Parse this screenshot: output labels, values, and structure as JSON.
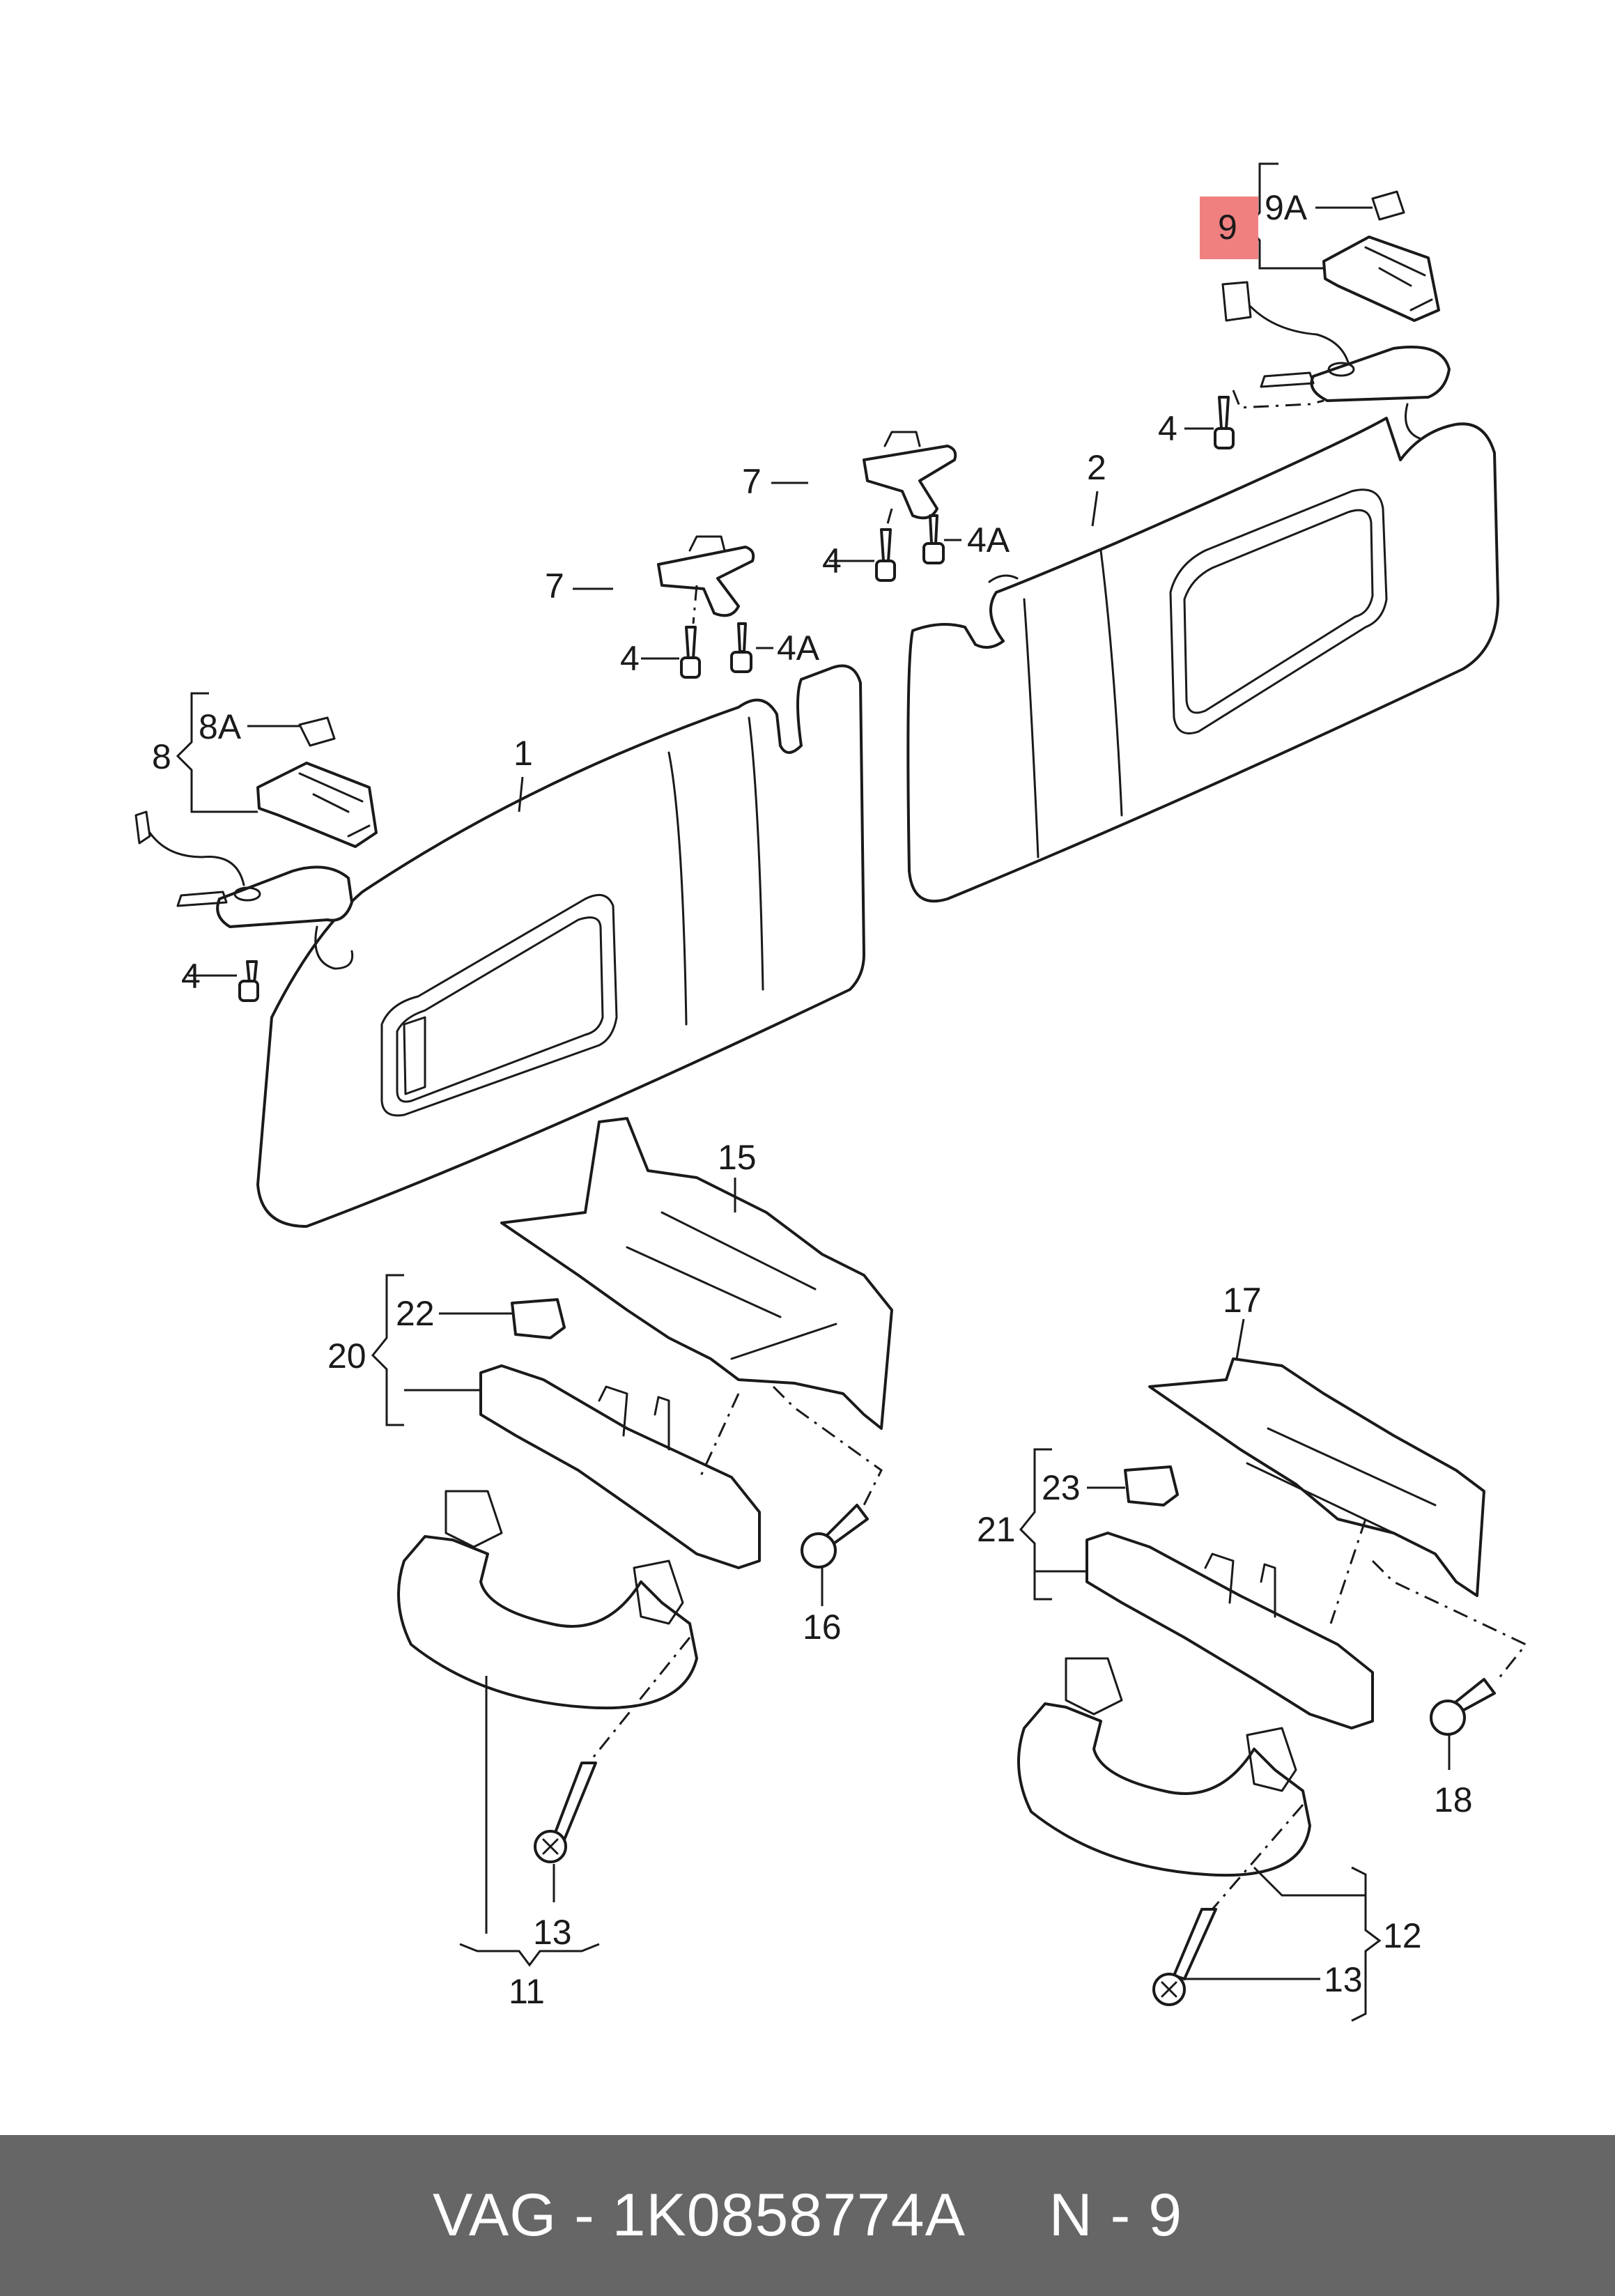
{
  "callouts": {
    "c1": "1",
    "c2": "2",
    "c4a": "4",
    "c4b": "4",
    "c4c": "4",
    "c4d": "4",
    "c4A1": "4A",
    "c4A2": "4A",
    "c7a": "7",
    "c7b": "7",
    "c8": "8",
    "c8A": "8A",
    "c9": "9",
    "c9A": "9A",
    "c11": "11",
    "c12": "12",
    "c13a": "13",
    "c13b": "13",
    "c15": "15",
    "c16": "16",
    "c17": "17",
    "c18": "18",
    "c20": "20",
    "c21": "21",
    "c22": "22",
    "c23": "23"
  },
  "highlight": {
    "callout": "9",
    "color": "#f08080"
  },
  "footer": {
    "text": "VAG - 1K0858774A     N - 9",
    "background": "#666666"
  }
}
